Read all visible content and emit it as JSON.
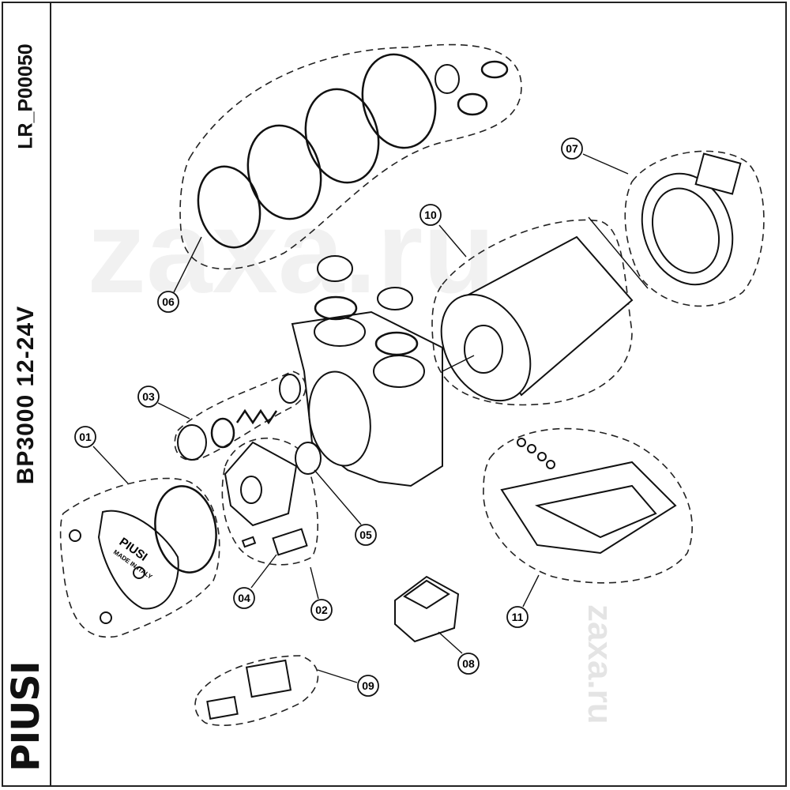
{
  "sidebar": {
    "drawing_code": "LR_P00050",
    "model": "BP3000 12-24V",
    "brand_logo": "PIUSI"
  },
  "diagram": {
    "watermark": "zaxa.ru",
    "cover_marking": {
      "brand": "PIUSI",
      "origin": "MADE IN ITALY"
    },
    "callouts": [
      "01",
      "02",
      "03",
      "04",
      "05",
      "06",
      "07",
      "08",
      "09",
      "10",
      "11"
    ]
  }
}
